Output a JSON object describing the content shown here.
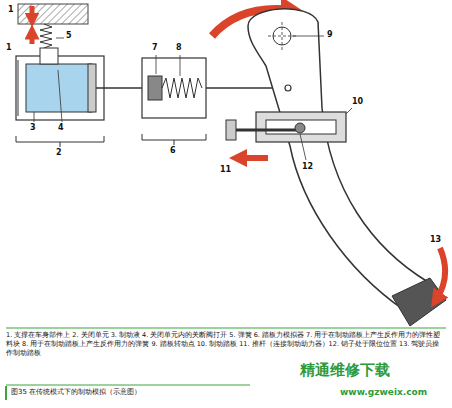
{
  "diagram": {
    "caption": "图35 在传统模式下的制动模拟（示意图）",
    "labels": [
      "1",
      "5",
      "1",
      "3",
      "4",
      "2",
      "7",
      "8",
      "6",
      "9",
      "10",
      "11",
      "12",
      "13",
      "1. 支撑在车身部件上 2. 关闭单元 3. 制动液 4. 关闭单元内的关断阀打开 5. 弹簧 6. 踏板力模拟器 7. 用于在制动踏板上产生反作用力的弹性塑料块 8. 用于在制动踏板上产生反作用力的弹簧 9. 踏板转动点 10. 制动踏板 11. 推杆（连接制动助力器）12. 销子处于限位位置 13. 驾驶员操作制动踏板",
      "精通维修下载",
      "www.gzweix.com"
    ]
  }
}
